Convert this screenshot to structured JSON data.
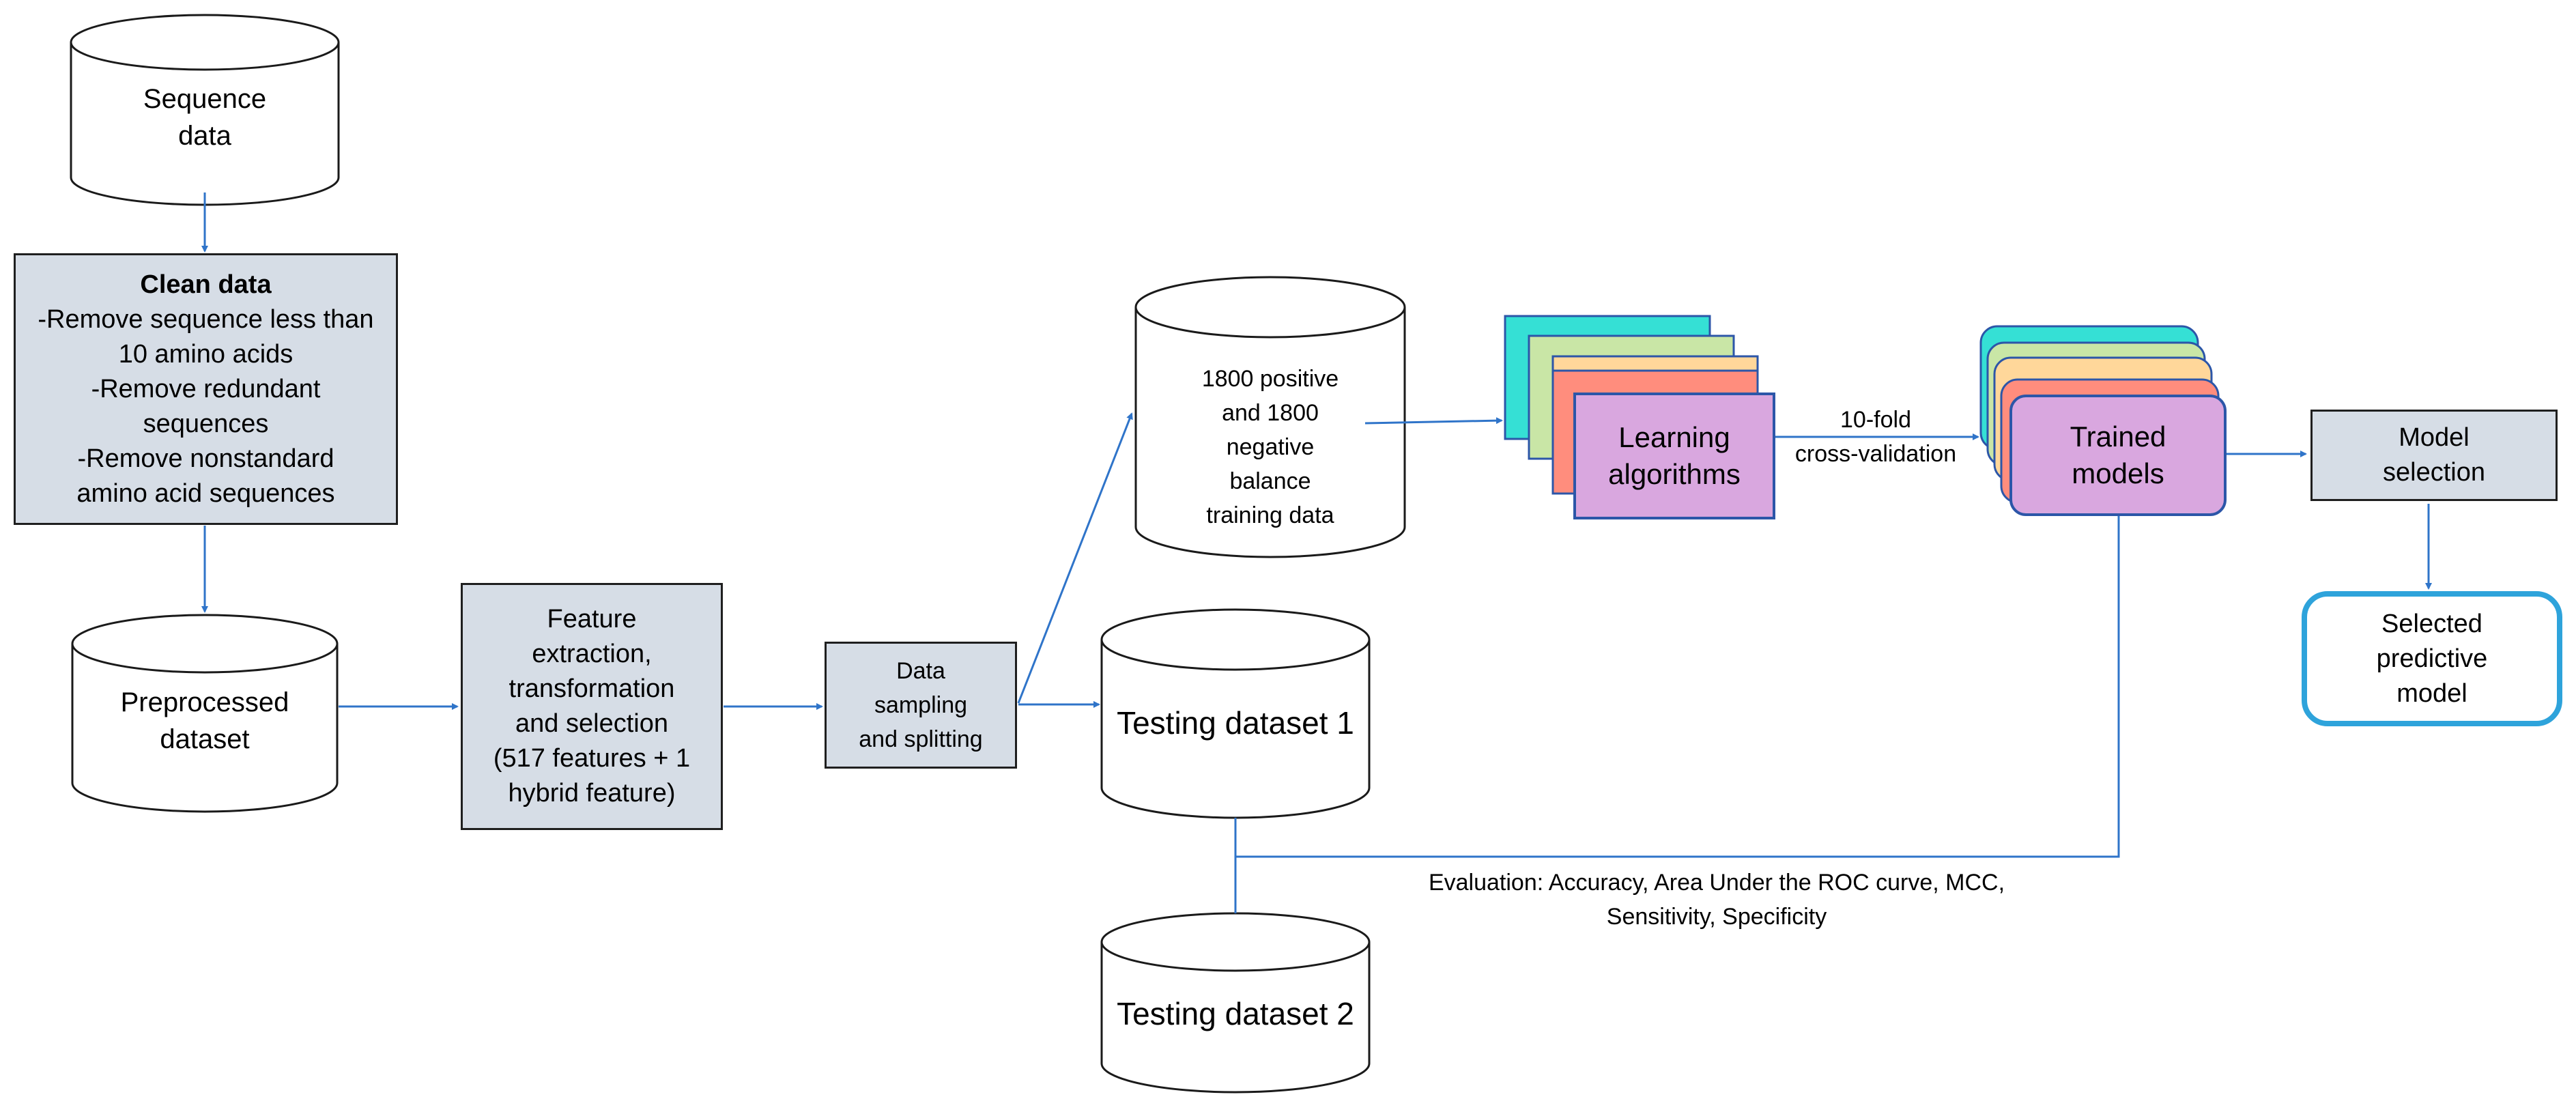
{
  "nodes": {
    "sequence_data": [
      "Sequence",
      "data"
    ],
    "clean_data": {
      "title": "Clean data",
      "lines": [
        "-Remove sequence less than",
        "10 amino acids",
        "-Remove redundant",
        "sequences",
        "-Remove nonstandard",
        "amino acid sequences"
      ]
    },
    "preprocessed": [
      "Preprocessed",
      "dataset"
    ],
    "feature": [
      "Feature",
      "extraction,",
      "transformation",
      "and selection",
      "(517 features + 1",
      "hybrid feature)"
    ],
    "sampling": [
      "Data",
      "sampling",
      "and splitting"
    ],
    "training": [
      "1800 positive",
      "and 1800",
      "negative",
      "balance",
      "training data"
    ],
    "testing1": [
      "Testing dataset 1"
    ],
    "testing2": [
      "Testing dataset 2"
    ],
    "learning": [
      "Learning",
      "algorithms"
    ],
    "trained": [
      "Trained",
      "models"
    ],
    "model_selection": [
      "Model",
      "selection"
    ],
    "selected_model": [
      "Selected",
      "predictive",
      "model"
    ]
  },
  "labels": {
    "cv": [
      "10-fold",
      "cross-validation"
    ],
    "evaluation": [
      "Evaluation: Accuracy, Area Under the ROC curve, MCC,",
      "Sensitivity, Specificity"
    ]
  },
  "colors": {
    "arrow": "#2f74c9",
    "process_fill": "#d6dde6",
    "purple_fill": "#d9a7df",
    "stack_colors": [
      "#35e0d5",
      "#c9e6a6",
      "#ffd79a",
      "#ff8d7d"
    ],
    "selected_border": "#2ea3db"
  }
}
